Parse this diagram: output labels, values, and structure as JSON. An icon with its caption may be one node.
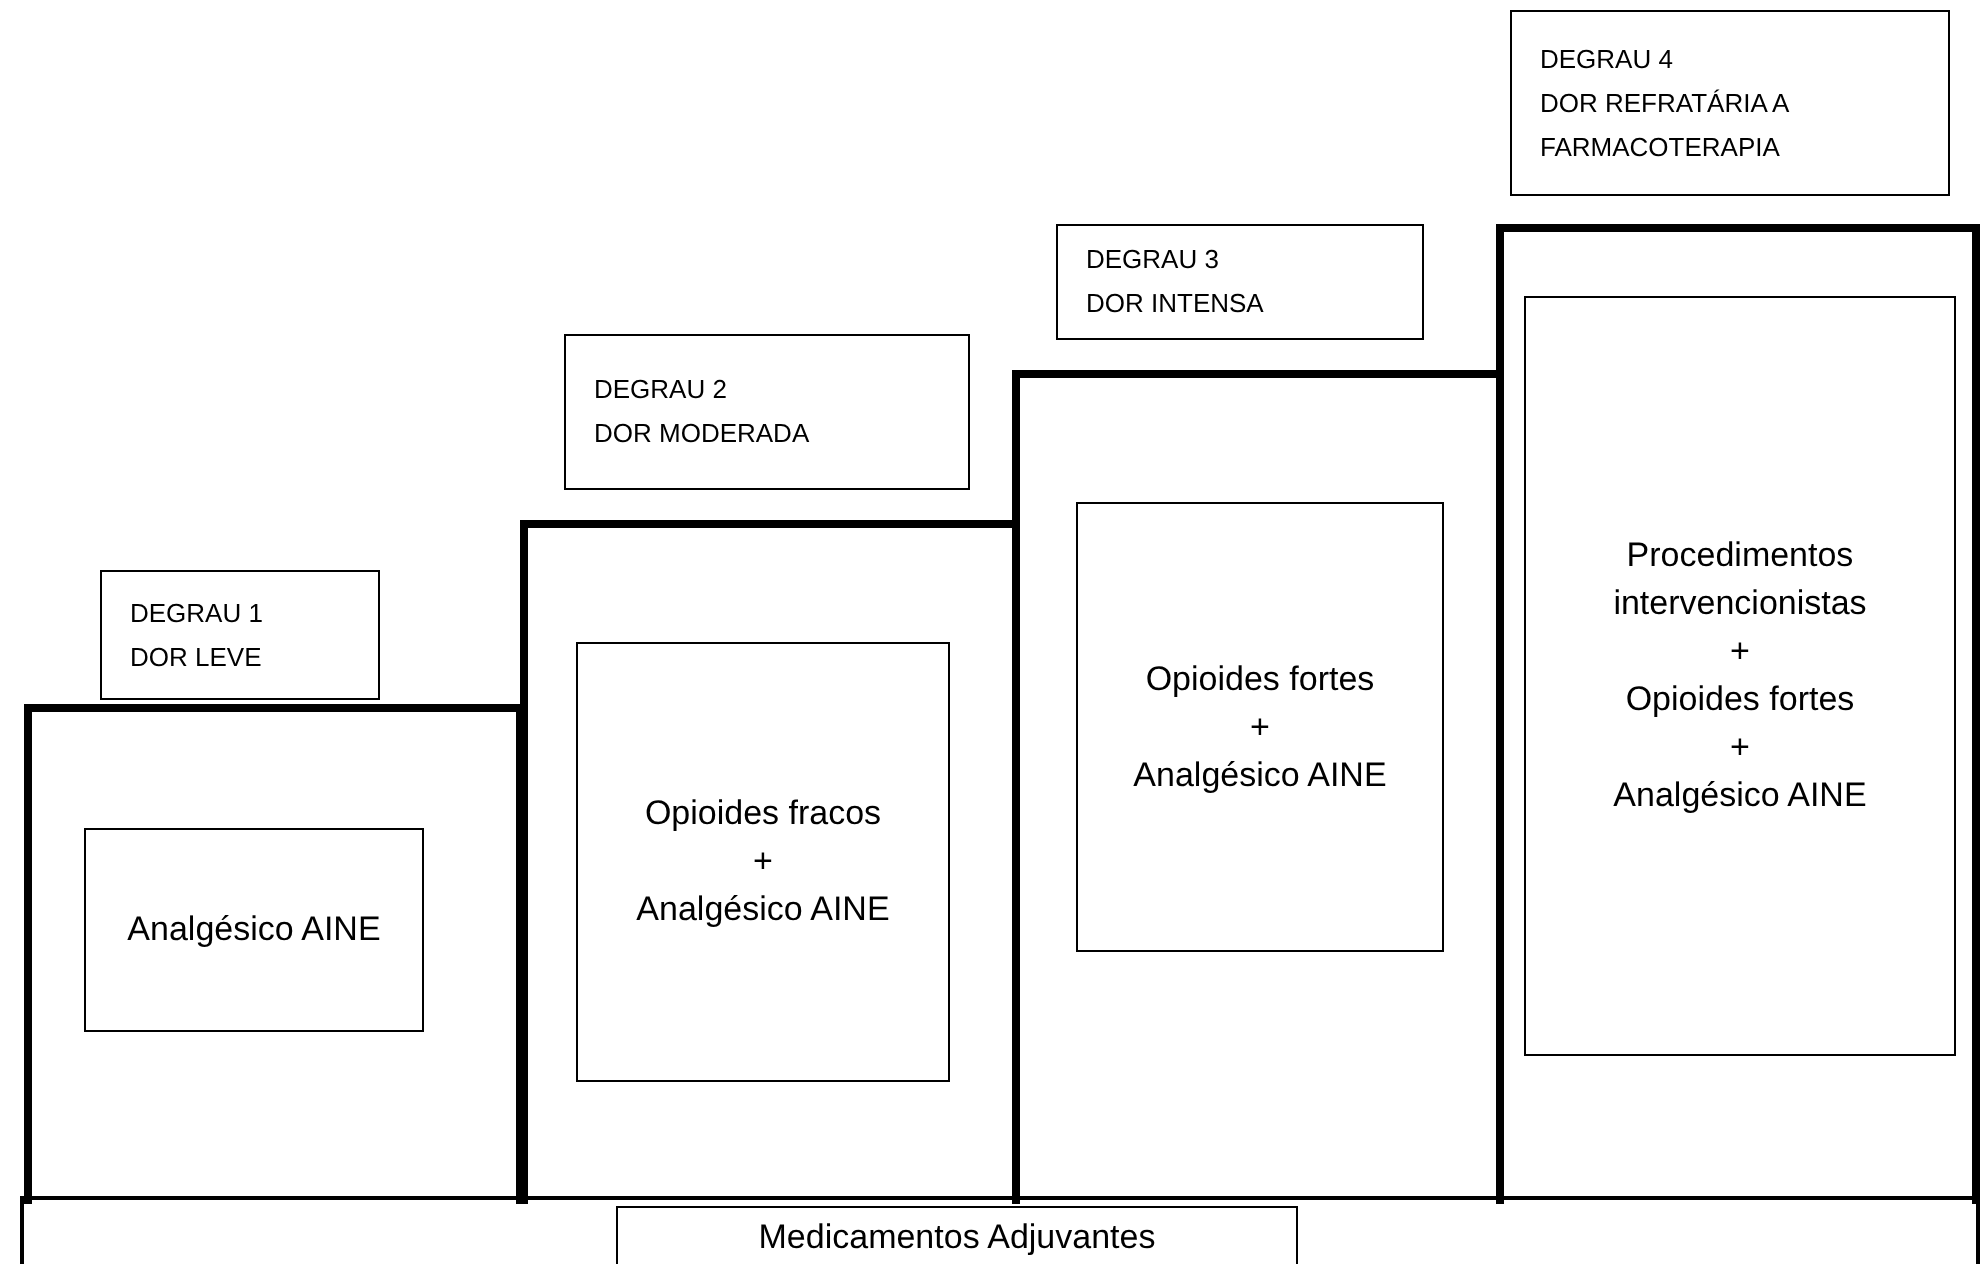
{
  "diagram": {
    "nodes": [
      {
        "text": [
          "DEGRAU 1",
          "DOR LEVE"
        ]
      },
      {
        "text": [],
        "shape": "box"
      },
      {
        "text": [
          "Analgésico AINE"
        ],
        "in": 1
      },
      {
        "text": [
          "DEGRAU 2",
          "DOR MODERADA"
        ]
      },
      {
        "text": [],
        "shape": "box"
      },
      {
        "text": [
          "Opioides fracos",
          "+",
          "Analgésico AINE"
        ],
        "in": 4
      },
      {
        "text": [
          "DEGRAU 3",
          "DOR INTENSA"
        ]
      },
      {
        "text": [],
        "shape": "box"
      },
      {
        "text": [
          "Opioides fortes",
          "+",
          "Analgésico AINE"
        ],
        "in": 7
      },
      {
        "text": [
          "DEGRAU 4",
          "DOR REFRATÁRIA A FARMACOTERAPIA"
        ]
      },
      {
        "text": [],
        "shape": "box"
      },
      {
        "text": [
          "Procedimentos intervencionistas",
          "+",
          "Opioides fortes",
          "+",
          "Analgésico AINE"
        ],
        "in": 10
      },
      {
        "text": [],
        "shape": "box"
      },
      {
        "text": [
          "Medicamentos Adjuvantes"
        ],
        "in": 12
      }
    ],
    "edges": []
  }
}
